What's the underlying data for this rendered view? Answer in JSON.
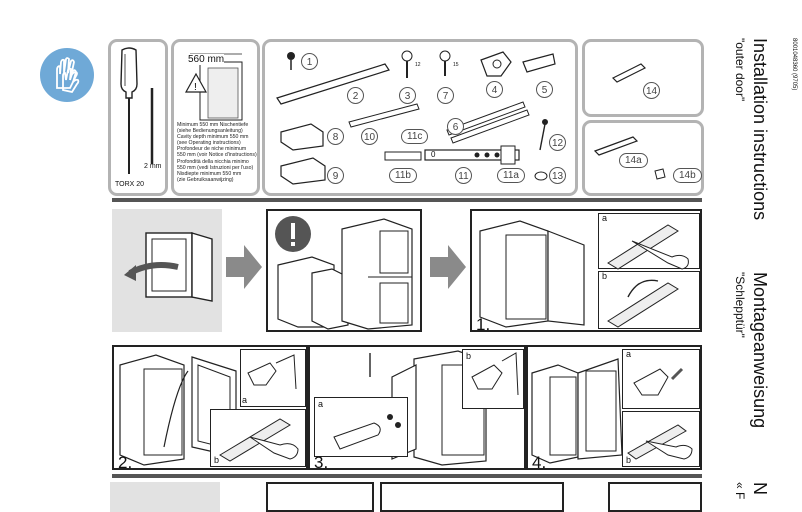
{
  "doc_number": "8001048360 (9705)",
  "title_en": "Installation instructions",
  "subtitle_en": "\"outer door\"",
  "title_de": "Montageanweisung",
  "subtitle_de": "\"Schlepptür\"",
  "title_next": "N",
  "subtitle_next": "« F",
  "tools": {
    "torx_label": "TORX 20",
    "drill_label": "2 mm"
  },
  "cavity": {
    "depth_label": "560 mm",
    "notes": [
      "Minimum 550 mm Nischentiefe",
      "(siehe Bedienungsanleitung)",
      "Cavity depth minimum 550 mm",
      "(see Operating instructions)",
      "Profondeur de niche minimum",
      "550 mm (voir Notice d'instructions)",
      "Profondità della nicchia minimo",
      "550 mm (vedi Istruzioni per l'uso)",
      "Nisdiepte minimum 550 mm",
      "(zie Gebruiksaanwijzing)"
    ]
  },
  "parts": [
    "1",
    "2",
    "3",
    "7",
    "4",
    "5",
    "8",
    "10",
    "11c",
    "6",
    "12",
    "0",
    "9",
    "11b",
    "11",
    "11a",
    "13",
    "14",
    "14a",
    "14b"
  ],
  "screw_dims": [
    "12",
    "15"
  ],
  "steps": {
    "s1": "1.",
    "s2": "2.",
    "s3": "3.",
    "s4": "4.",
    "a": "a",
    "b": "b"
  }
}
